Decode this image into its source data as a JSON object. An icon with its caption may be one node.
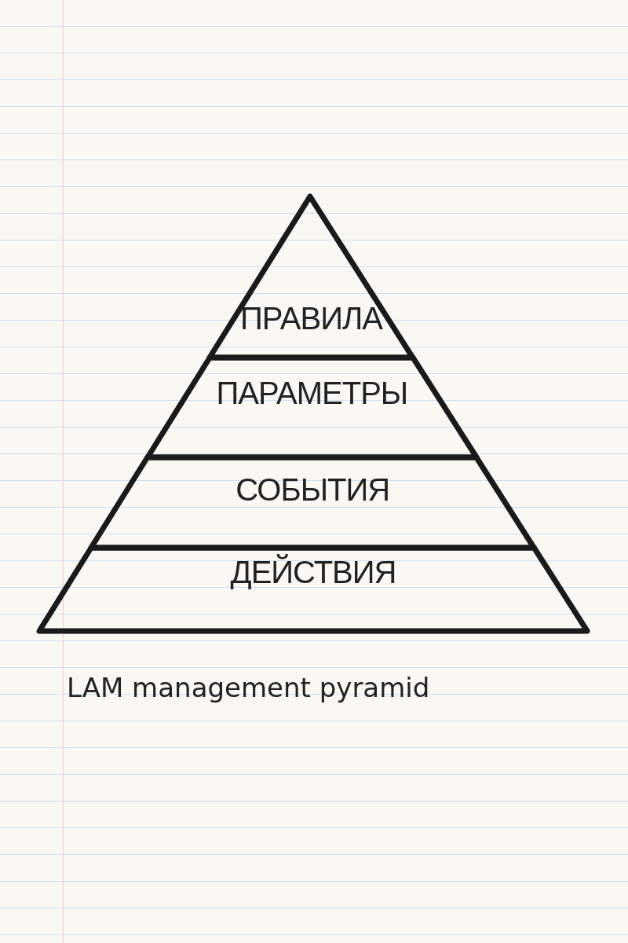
{
  "diagram": {
    "caption": "LAM management pyramid",
    "nodes": [
      {
        "text": [
          "ПРАВИЛА"
        ]
      },
      {
        "text": [
          "ПАРАМЕТРЫ"
        ]
      },
      {
        "text": [
          "СОБЫТИЯ"
        ]
      },
      {
        "text": [
          "ДЕЙСТВИЯ"
        ]
      }
    ]
  }
}
